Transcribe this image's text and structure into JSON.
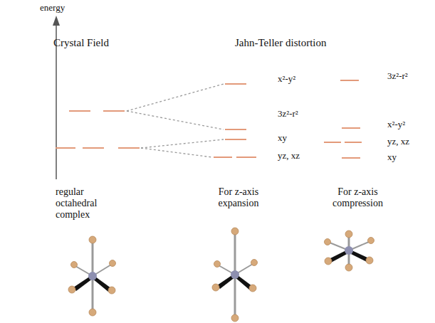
{
  "diagram": {
    "labels": [
      "energy",
      "Crystal Field",
      "Jahn-Teller distortion",
      "x²-y²",
      "3z²-r²",
      "xy",
      "yz, xz",
      "3z²-r²",
      "x²-y²",
      "yz, xz",
      "xy",
      "regular octahedral complex",
      "For z-axis expansion",
      "For z-axis compression"
    ]
  }
}
